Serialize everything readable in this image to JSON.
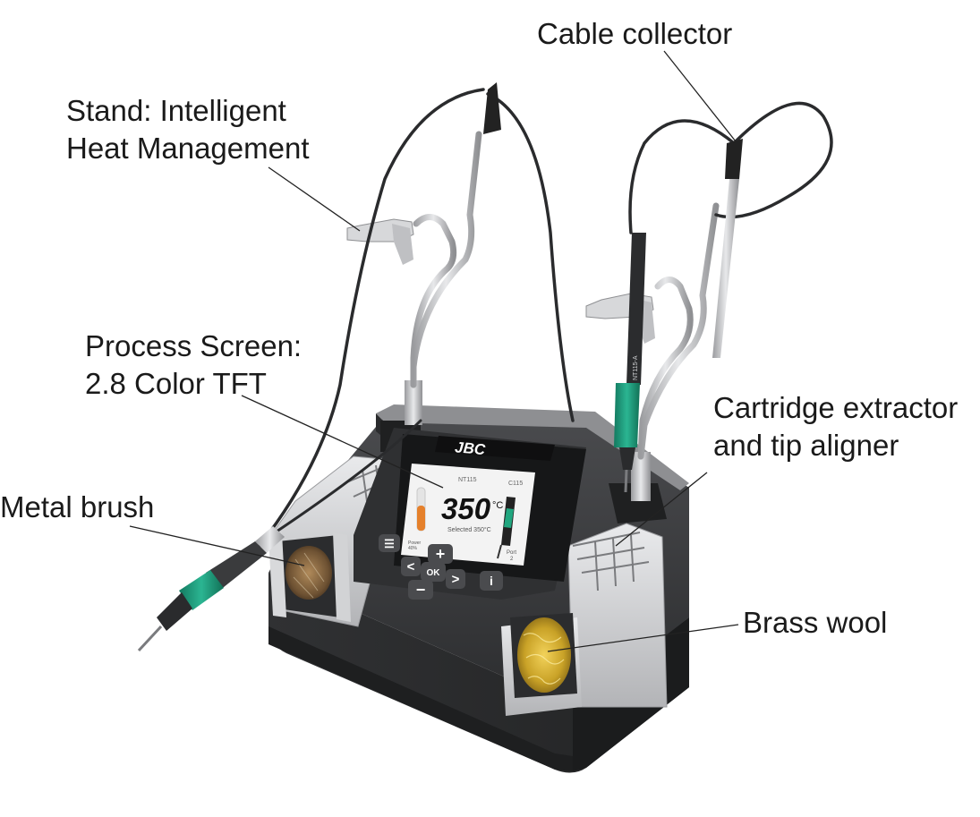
{
  "labels": {
    "cable_collector": "Cable collector",
    "stand_line1": "Stand: Intelligent",
    "stand_line2": "Heat Management",
    "process_line1": "Process Screen:",
    "process_line2": "2.8 Color TFT",
    "cartridge_line1": "Cartridge extractor",
    "cartridge_line2": "and tip aligner",
    "metal_brush": "Metal brush",
    "brass_wool": "Brass wool"
  },
  "device": {
    "brand": "JBC",
    "screen": {
      "model_left": "NT115",
      "model_right": "C115",
      "temperature": "350",
      "unit": "°C",
      "selected": "Selected 350°C",
      "port_label": "Port",
      "port_value": "2",
      "power_label": "Power",
      "power_value": "40%"
    },
    "buttons": {
      "menu": "☰",
      "plus": "+",
      "minus": "−",
      "left": "<",
      "right": ">",
      "ok": "OK",
      "info": "i"
    },
    "handpiece_text": "NT115-A"
  },
  "colors": {
    "body_dark": "#3a3b3d",
    "handle_green": "#1f9c7e",
    "screen_bg": "#f2f2f2",
    "brass": "#c9a227",
    "steel": "#c8c9cc"
  }
}
